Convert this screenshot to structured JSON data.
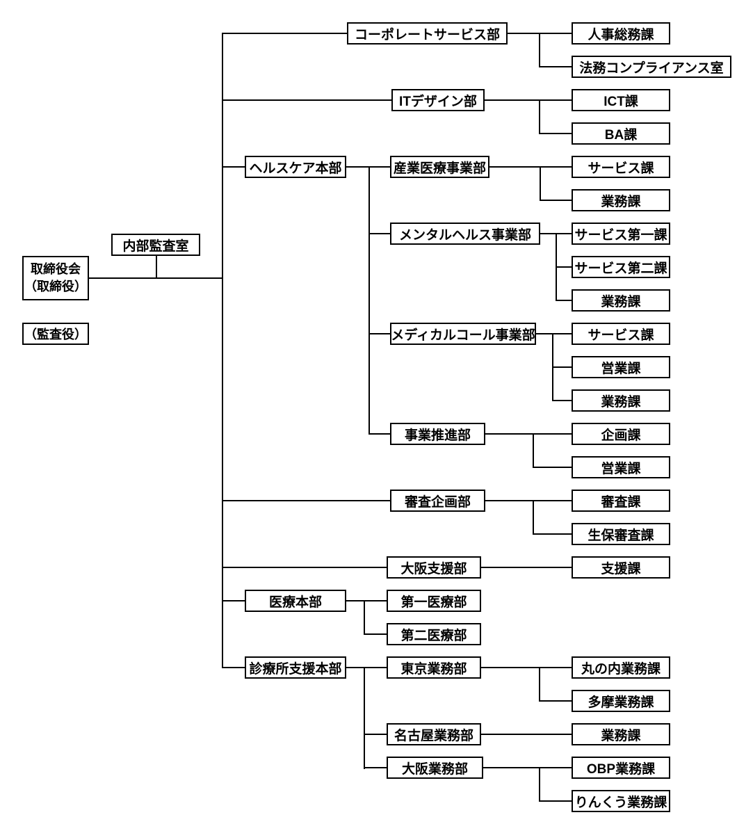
{
  "colors": {
    "line": "#000000",
    "box_border": "#000000",
    "box_background": "#ffffff",
    "text": "#000000",
    "page_background": "#ffffff"
  },
  "org": {
    "board": {
      "line1": "取締役会",
      "line2": "（取締役）"
    },
    "audit_office": {
      "label": "内部監査室"
    },
    "auditor": {
      "label": "（監査役）"
    },
    "departments": {
      "corporate_services": {
        "label": "コーポレートサービス部",
        "children": {
          "hr_general_affairs": {
            "label": "人事総務課"
          },
          "legal_compliance": {
            "label": "法務コンプライアンス室"
          }
        }
      },
      "it_design": {
        "label": "ITデザイン部",
        "children": {
          "ict": {
            "label": "ICT課"
          },
          "ba": {
            "label": "BA課"
          }
        }
      },
      "healthcare_hq": {
        "label": "ヘルスケア本部",
        "children": {
          "industrial_medical": {
            "label": "産業医療事業部",
            "children": {
              "service": {
                "label": "サービス課"
              },
              "operations": {
                "label": "業務課"
              }
            }
          },
          "mental_health": {
            "label": "メンタルヘルス事業部",
            "children": {
              "service_first": {
                "label": "サービス第一課"
              },
              "service_second": {
                "label": "サービス第二課"
              },
              "operations": {
                "label": "業務課"
              }
            }
          },
          "medical_call": {
            "label": "メディカルコール事業部",
            "children": {
              "service": {
                "label": "サービス課"
              },
              "sales": {
                "label": "営業課"
              },
              "operations": {
                "label": "業務課"
              }
            }
          },
          "business_promotion": {
            "label": "事業推進部",
            "children": {
              "planning": {
                "label": "企画課"
              },
              "sales": {
                "label": "営業課"
              }
            }
          }
        }
      },
      "examination_planning": {
        "label": "審査企画部",
        "children": {
          "examination": {
            "label": "審査課"
          },
          "life_insurance_examination": {
            "label": "生保審査課"
          }
        }
      },
      "osaka_support": {
        "label": "大阪支援部",
        "children": {
          "support": {
            "label": "支援課"
          }
        }
      },
      "medical_hq": {
        "label": "医療本部",
        "children": {
          "first_medical": {
            "label": "第一医療部"
          },
          "second_medical": {
            "label": "第二医療部"
          }
        }
      },
      "clinic_support_hq": {
        "label": "診療所支援本部",
        "children": {
          "tokyo_operations": {
            "label": "東京業務部",
            "children": {
              "marunouchi_operations": {
                "label": "丸の内業務課"
              },
              "tama_operations": {
                "label": "多摩業務課"
              }
            }
          },
          "nagoya_operations": {
            "label": "名古屋業務部",
            "children": {
              "operations": {
                "label": "業務課"
              }
            }
          },
          "osaka_operations": {
            "label": "大阪業務部",
            "children": {
              "obp_operations": {
                "label": "OBP業務課"
              },
              "rinku_operations": {
                "label": "りんくう業務課"
              }
            }
          }
        }
      }
    }
  }
}
